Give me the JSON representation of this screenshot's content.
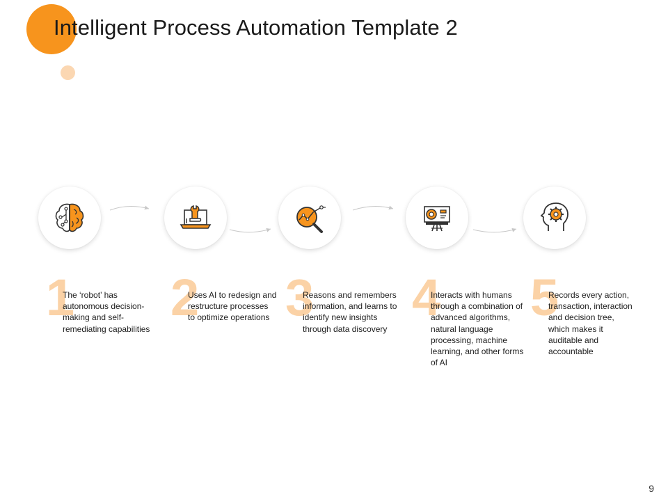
{
  "slide": {
    "title": "Intelligent Process Automation Template 2",
    "page_number": "9",
    "accent_color": "#f7941d",
    "light_accent_color": "#fbd2a6"
  },
  "steps": [
    {
      "number": "1",
      "icon": "brain-circuit-icon",
      "text": "The ‘robot’ has autonomous decision-making and self-remediating capabilities"
    },
    {
      "number": "2",
      "icon": "laptop-wrench-icon",
      "text": "Uses AI to redesign and restructure processes to optimize operations"
    },
    {
      "number": "3",
      "icon": "magnifier-chart-icon",
      "text": "Reasons and remembers information, and learns to identify new insights through data discovery"
    },
    {
      "number": "4",
      "icon": "camera-device-icon",
      "text": "Interacts with humans through a combination of advanced algorithms, natural language processing, machine learning, and other forms of AI"
    },
    {
      "number": "5",
      "icon": "head-gear-icon",
      "text": "Records every action, transaction, interaction and decision tree, which makes it auditable and accountable"
    }
  ]
}
